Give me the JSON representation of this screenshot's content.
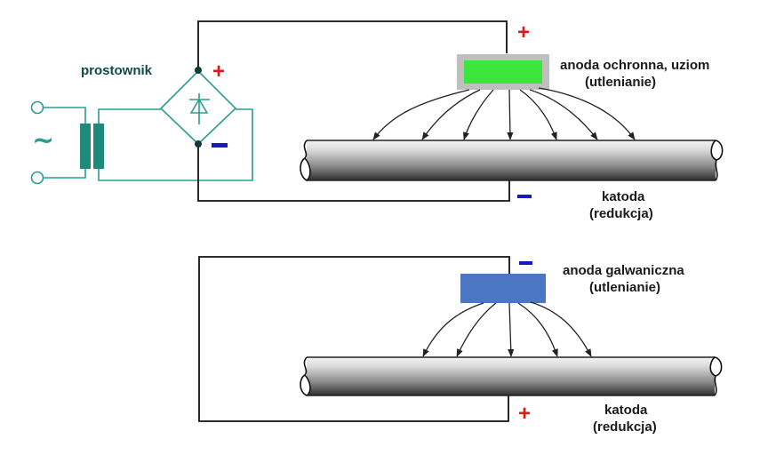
{
  "colors": {
    "teal": "#2a9d8f",
    "teal_dark": "#1e8a7a",
    "plus": "#e01818",
    "minus": "#1a1ab8",
    "anode_protective_fill": "#3de63d",
    "anode_protective_border": "#bfbfbf",
    "anode_galvanic": "#4a76c4",
    "wire": "#111111"
  },
  "top_system": {
    "rectifier_label": "prostownik",
    "ac_symbol": "~",
    "rectifier_plus": "+",
    "rectifier_minus": "–",
    "anode_sign": "+",
    "cathode_sign": "–",
    "anode_label_line1": "anoda ochronna, uziom",
    "anode_label_line2": "(utlenianie)",
    "cathode_label_line1": "katoda",
    "cathode_label_line2": "(redukcja)",
    "current_arrow_count": 7
  },
  "bottom_system": {
    "anode_sign": "–",
    "cathode_sign": "+",
    "anode_label_line1": "anoda galwaniczna",
    "anode_label_line2": "(utlenianie)",
    "cathode_label_line1": "katoda",
    "cathode_label_line2": "(redukcja)",
    "current_arrow_count": 5
  }
}
